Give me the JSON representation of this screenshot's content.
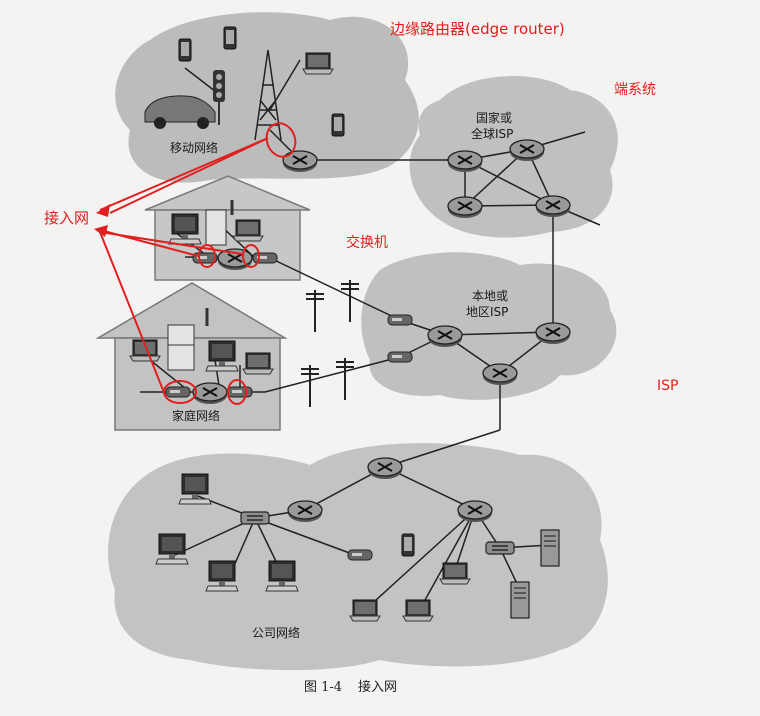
{
  "annotations": {
    "edge_router": "边缘路由器(edge router)",
    "end_system": "端系统",
    "access_net": "接入网",
    "switch": "交换机",
    "isp": "ISP"
  },
  "clouds": {
    "mobile": "移动网络",
    "national_line1": "国家或",
    "national_line2": "全球ISP",
    "regional_line1": "本地或",
    "regional_line2": "地区ISP",
    "home": "家庭网络",
    "enterprise": "公司网络"
  },
  "caption": {
    "figure_no": "图 1-4",
    "title": "接入网"
  },
  "colors": {
    "cloud": "#bdbdbd",
    "annotation": "#e0201e",
    "link": "#222222"
  }
}
